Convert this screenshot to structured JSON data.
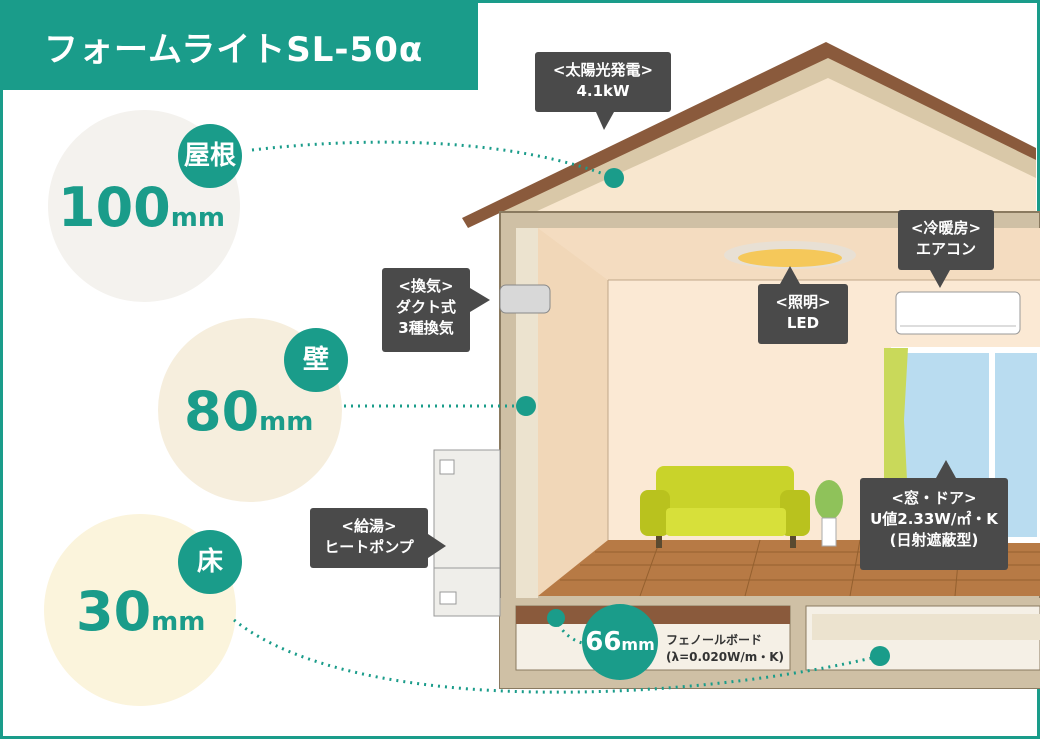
{
  "title": "フォームライトSL-50α",
  "roof": {
    "name": "屋根",
    "value": "100",
    "unit": "mm"
  },
  "wall": {
    "name": "壁",
    "value": "80",
    "unit": "mm"
  },
  "floor": {
    "name": "床",
    "value": "30",
    "unit": "mm"
  },
  "foundation": {
    "value": "66",
    "unit": "mm",
    "note_line1": "フェノールボード",
    "note_line2": "(λ=0.020W/m・K)"
  },
  "callouts": {
    "solar": {
      "line1": "<太陽光発電>",
      "line2": "4.1kW"
    },
    "ventilation": {
      "line1": "<換気>",
      "line2": "ダクト式",
      "line3": "3種換気"
    },
    "lighting": {
      "line1": "<照明>",
      "line2": "LED"
    },
    "aircon": {
      "line1": "<冷暖房>",
      "line2": "エアコン"
    },
    "window": {
      "line1": "<窓・ドア>",
      "line2": "U値2.33W/㎡・K",
      "line3": "(日射遮蔽型)"
    },
    "water_heater": {
      "line1": "<給湯>",
      "line2": "ヒートポンプ"
    }
  },
  "colors": {
    "accent": "#1a9c8a",
    "callout_bg": "#4a4a4a",
    "wall_fill": "#c9b79a",
    "floor_wood": "#b77a45",
    "sofa": "#c9d32a"
  }
}
